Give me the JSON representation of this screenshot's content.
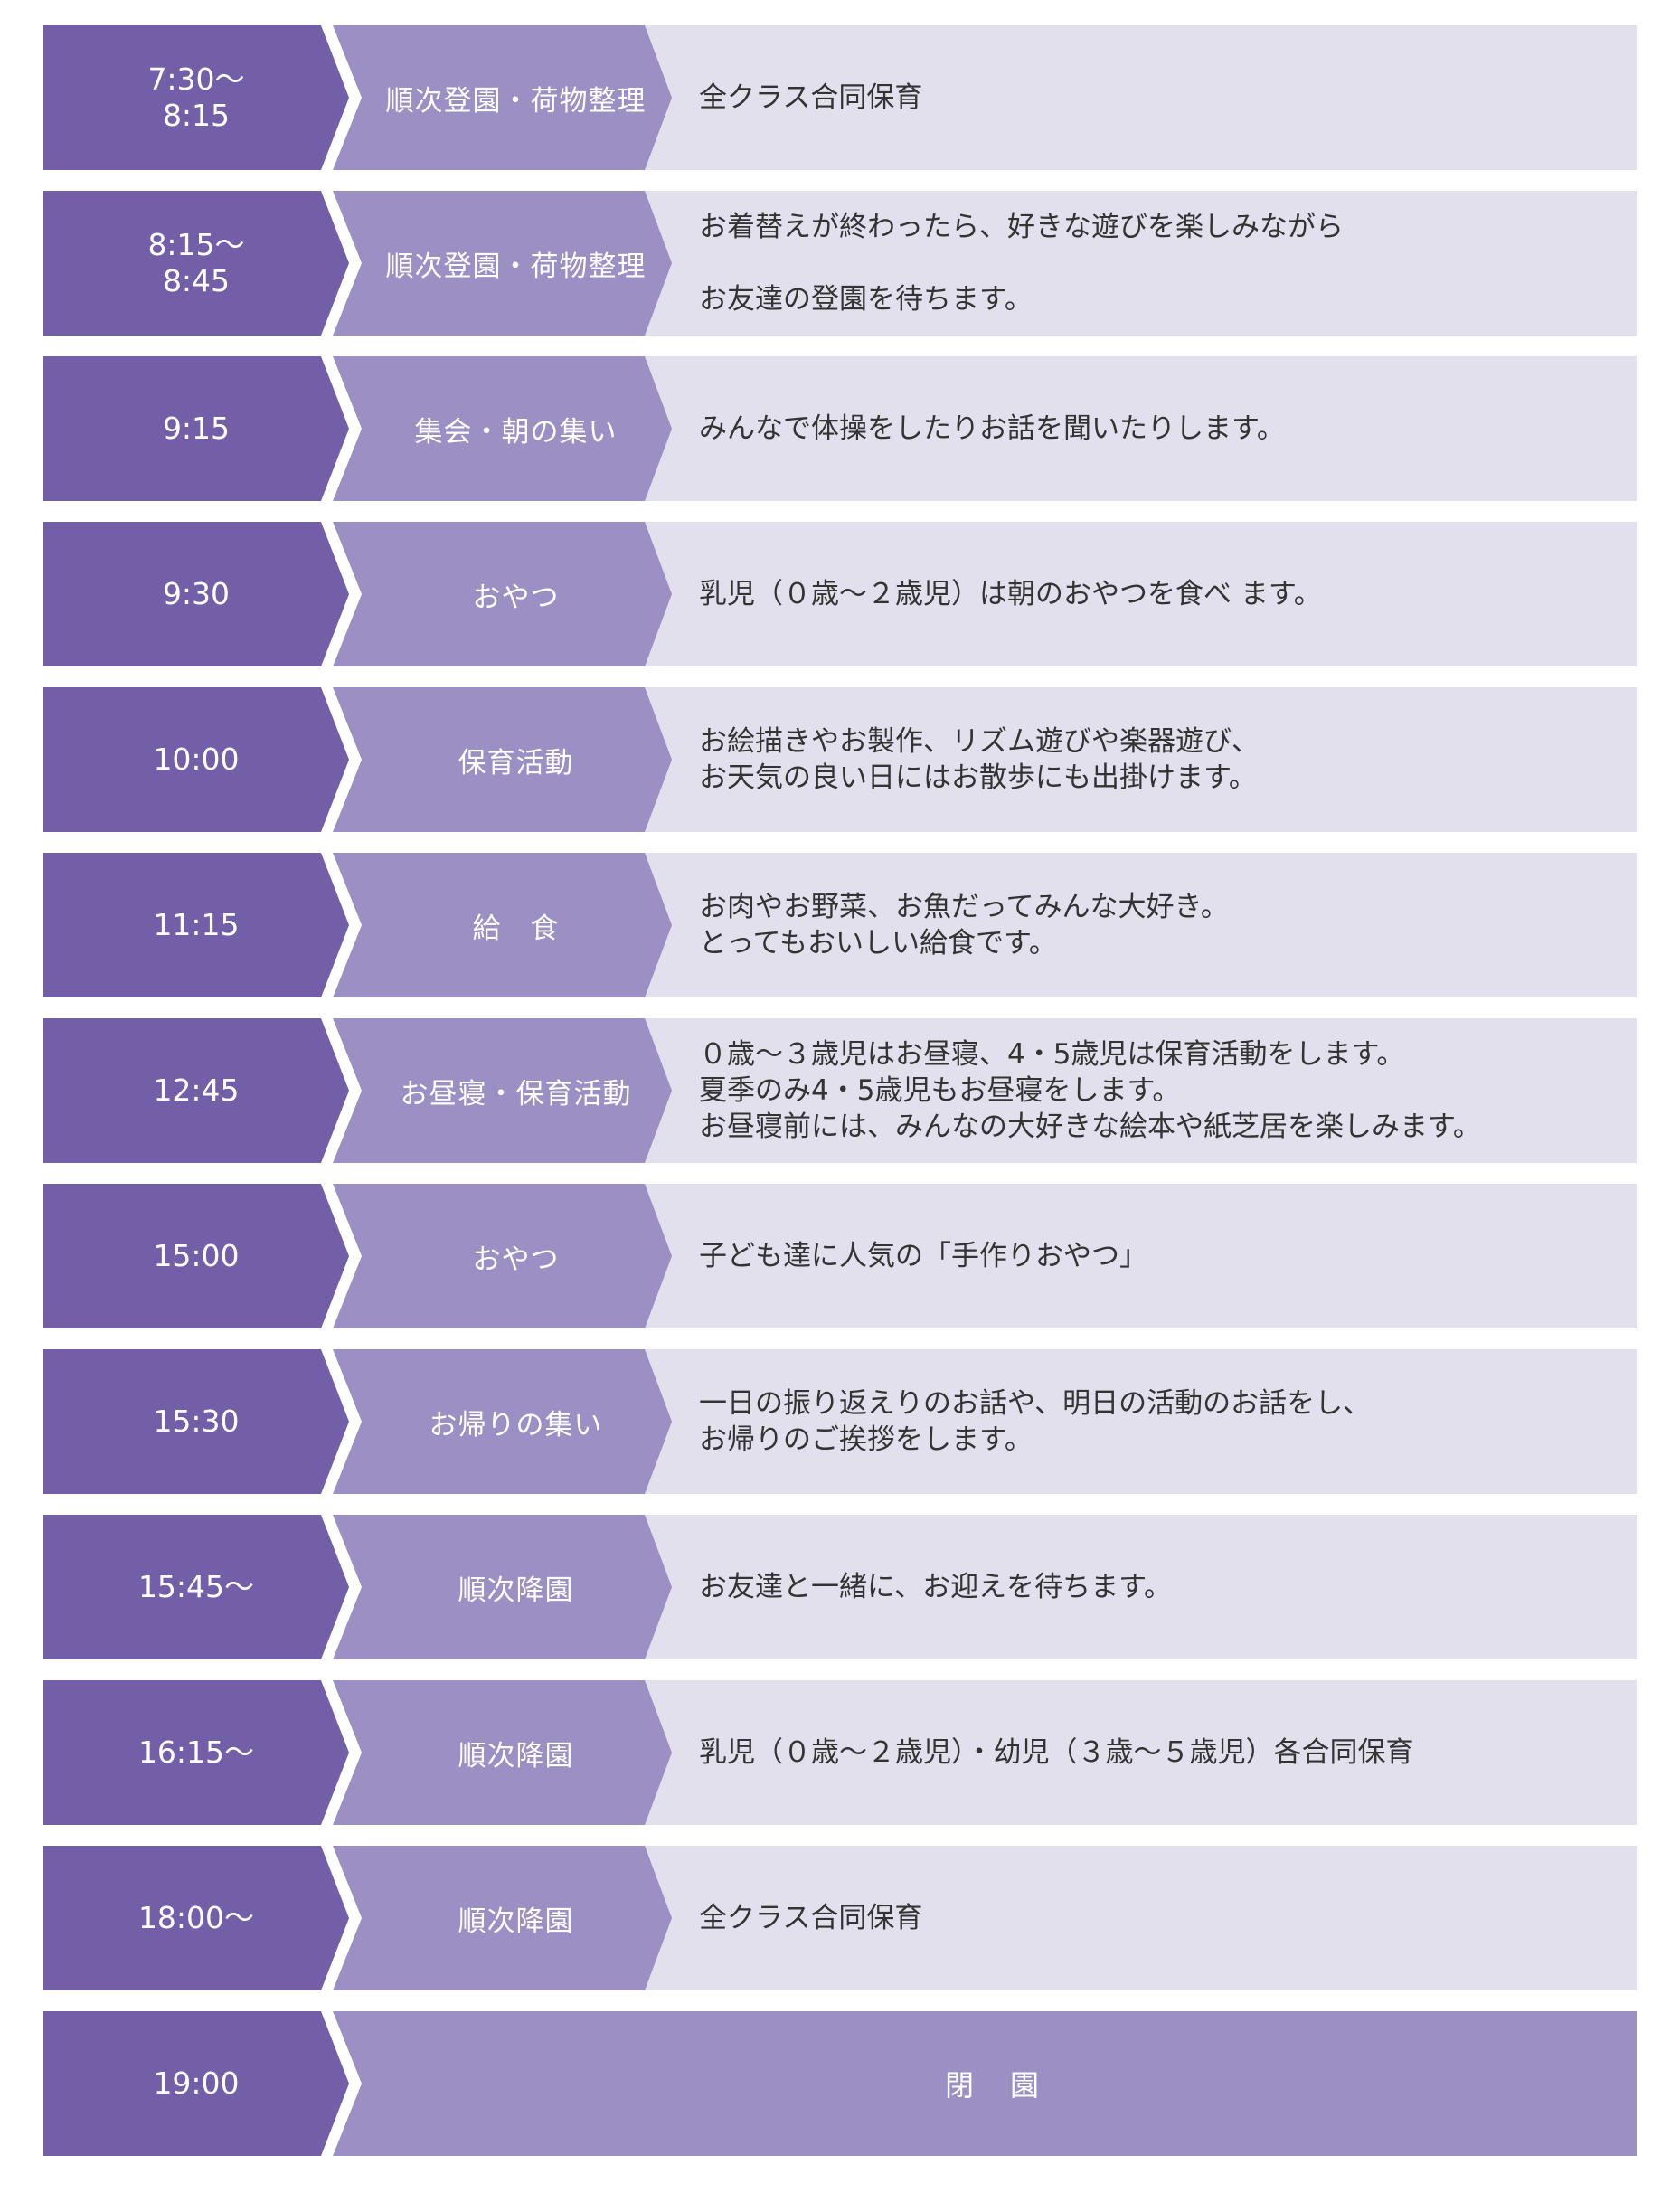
{
  "colors": {
    "time_cell": "#735ea8",
    "activity_cell": "#9b8fc4",
    "description_cell": "#e3e0ee",
    "text_dark": "#333333",
    "text_light": "#ffffff"
  },
  "schedule": [
    {
      "time": "7:30〜\n8:15",
      "activity": "順次登園・荷物整理",
      "description": "全クラス合同保育"
    },
    {
      "time": "8:15〜\n8:45",
      "activity": "順次登園・荷物整理",
      "description": "お着替えが終わったら、好きな遊びを楽しみながら\n\nお友達の登園を待ちます。"
    },
    {
      "time": "9:15",
      "activity": "集会・朝の集い",
      "description": "みんなで体操をしたりお話を聞いたりします。"
    },
    {
      "time": "9:30",
      "activity": "おやつ",
      "description": "乳児（０歳〜２歳児）は朝のおやつを食べ ます。"
    },
    {
      "time": "10:00",
      "activity": "保育活動",
      "description": "お絵描きやお製作、リズム遊びや楽器遊び、\nお天気の良い日にはお散歩にも出掛けます。"
    },
    {
      "time": "11:15",
      "activity": "給　食",
      "description": "お肉やお野菜、お魚だってみんな大好き。\nとってもおいしい給食です。"
    },
    {
      "time": "12:45",
      "activity": "お昼寝・保育活動",
      "description": "０歳〜３歳児はお昼寝、4・5歳児は保育活動をします。\n夏季のみ4・5歳児もお昼寝をします。\nお昼寝前には、みんなの大好きな絵本や紙芝居を楽しみます。"
    },
    {
      "time": "15:00",
      "activity": "おやつ",
      "description": "子ども達に人気の「手作りおやつ」"
    },
    {
      "time": "15:30",
      "activity": "お帰りの集い",
      "description": "一日の振り返えりのお話や、明日の活動のお話をし、\nお帰りのご挨拶をします。"
    },
    {
      "time": "15:45〜",
      "activity": "順次降園",
      "description": "お友達と一緒に、お迎えを待ちます。"
    },
    {
      "time": "16:15〜",
      "activity": "順次降園",
      "description": "乳児（０歳〜２歳児）・幼児（３歳〜５歳児）各合同保育"
    },
    {
      "time": "18:00〜",
      "activity": "順次降園",
      "description": "全クラス合同保育"
    }
  ],
  "closing": {
    "time": "19:00",
    "label": "閉　園"
  }
}
